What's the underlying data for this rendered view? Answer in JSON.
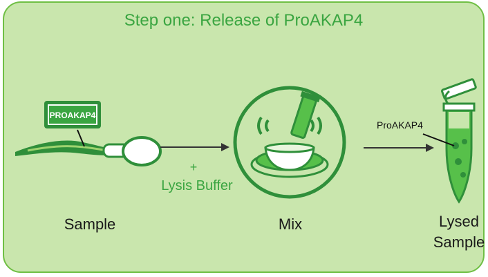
{
  "title": "Step one: Release of ProAKAP4",
  "steps": {
    "sample_label": "Sample",
    "mix_label": "Mix",
    "lysed_line1": "Lysed",
    "lysed_line2": "Sample"
  },
  "arrow1": {
    "plus": "+",
    "buffer": "Lysis Buffer"
  },
  "sperm_badge": "PROAKAP4",
  "tube_callout": "ProAKAP4",
  "colors": {
    "panel_bg": "#c9e6ad",
    "panel_border": "#6fbf44",
    "title_green": "#3aa541",
    "dark_green": "#2f8f3a",
    "bright_green": "#57c04a"
  }
}
